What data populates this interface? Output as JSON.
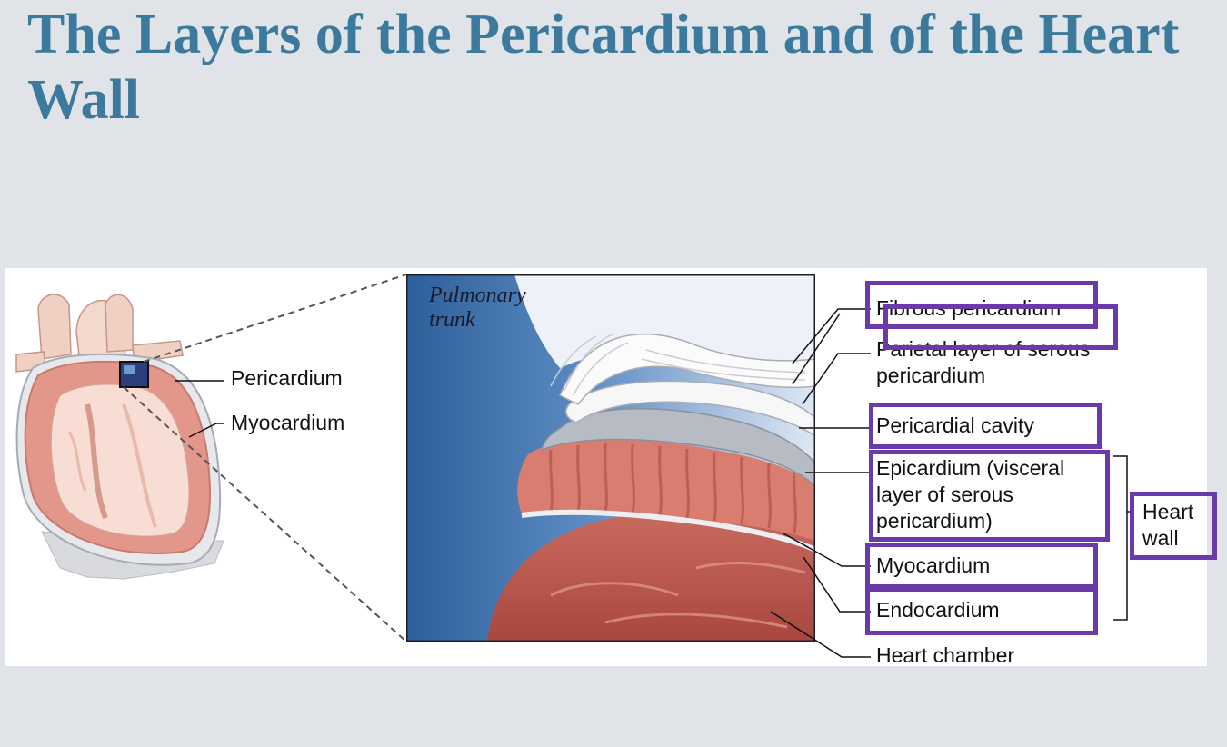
{
  "slide": {
    "title": "The Layers of the Pericardium and of the Heart Wall"
  },
  "figure": {
    "small_heart_labels": {
      "pericardium": "Pericardium",
      "myocardium": "Myocardium"
    },
    "detail_labels": {
      "pulmonary_trunk": "Pulmonary\ntrunk",
      "fibrous_pericardium": "Fibrous pericardium",
      "parietal_layer": "Parietal layer of serous\npericardium",
      "pericardial_cavity": "Pericardial cavity",
      "epicardium": "Epicardium (visceral\nlayer of serous\npericardium)",
      "myocardium": "Myocardium",
      "endocardium": "Endocardium",
      "heart_chamber": "Heart chamber",
      "heart_wall": "Heart\nwall"
    },
    "highlight_color": "#6a3aa8"
  },
  "colors": {
    "title": "#3b7a9c",
    "background": "#e0e3e7"
  }
}
